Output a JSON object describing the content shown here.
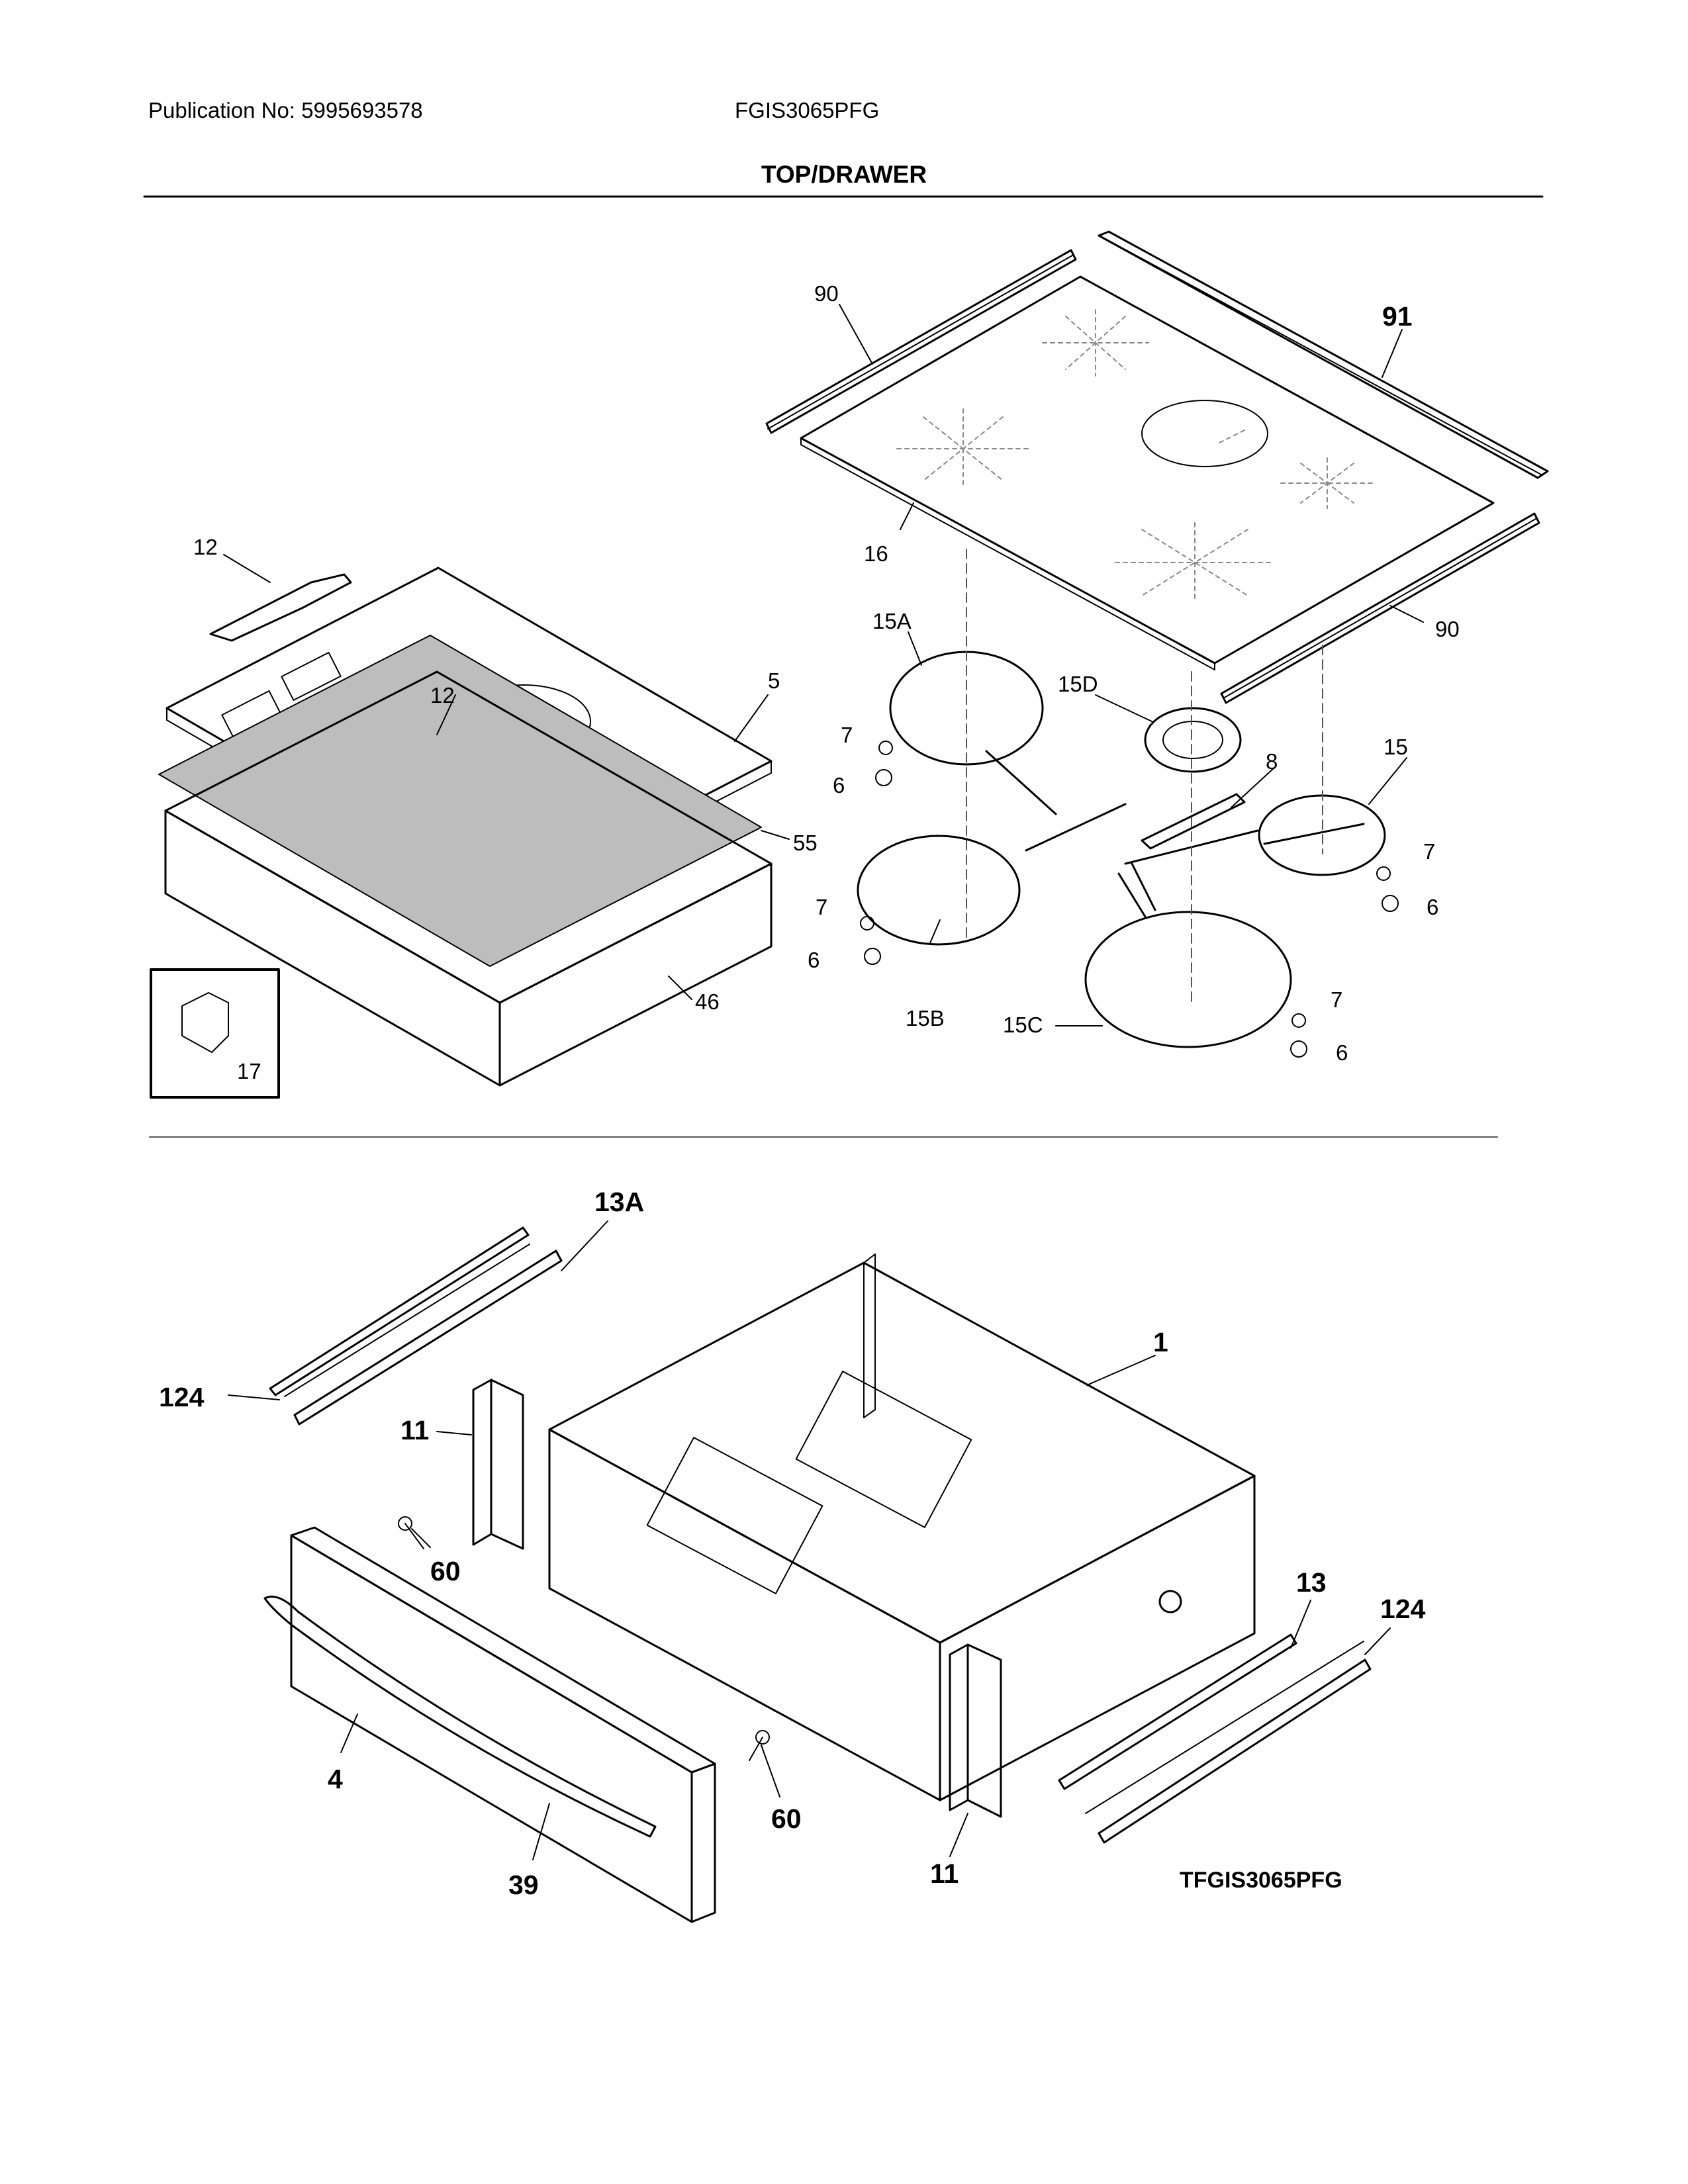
{
  "header": {
    "publication": "Publication No: 5995693578",
    "model": "FGIS3065PFG",
    "section_title": "TOP/DRAWER"
  },
  "reference_code": "TFGIS3065PFG",
  "callouts_top": {
    "c90a": "90",
    "c91": "91",
    "c16": "16",
    "c90b": "90",
    "c12a": "12",
    "c12b": "12",
    "c5": "5",
    "c55": "55",
    "c46": "46",
    "c17": "17",
    "c15A": "15A",
    "c15D": "15D",
    "c15": "15",
    "c8": "8",
    "c7a": "7",
    "c6a": "6",
    "c7b": "7",
    "c6b": "6",
    "c15B": "15B",
    "c15C": "15C",
    "c7c": "7",
    "c6c": "6",
    "c7d": "7",
    "c6d": "6"
  },
  "callouts_bottom": {
    "c13A": "13A",
    "c124a": "124",
    "c11a": "11",
    "c1": "1",
    "c60a": "60",
    "c13": "13",
    "c124b": "124",
    "c4": "4",
    "c60b": "60",
    "c39": "39",
    "c11b": "11"
  }
}
